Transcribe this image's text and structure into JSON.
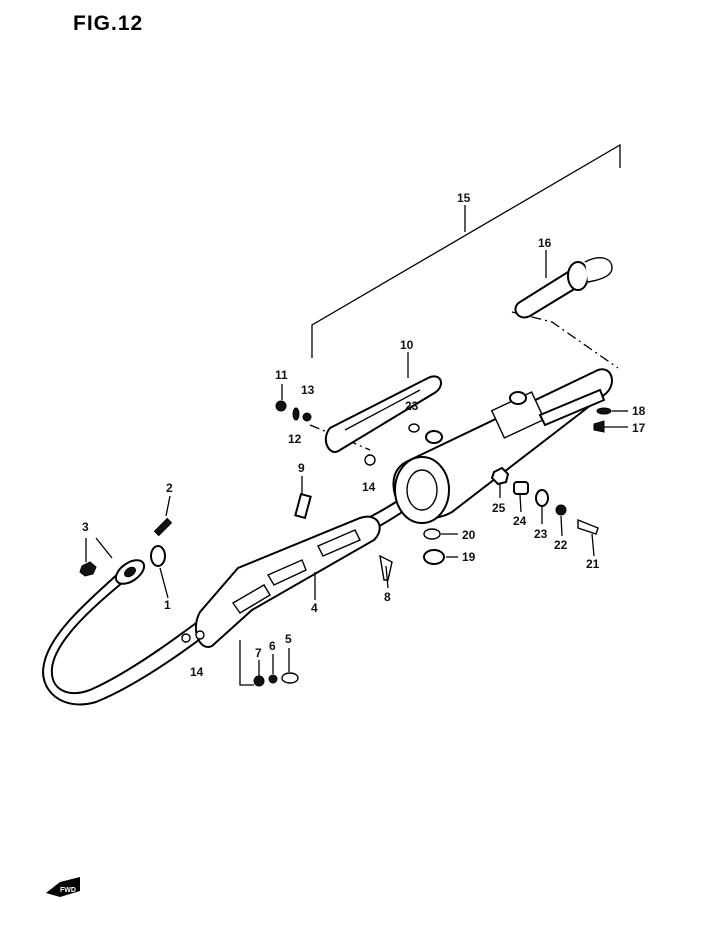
{
  "figure_title": "FIG.12",
  "fwd_badge_text": "FWD",
  "callouts": {
    "c1": "1",
    "c2": "2",
    "c3": "3",
    "c4": "4",
    "c5": "5",
    "c6": "6",
    "c7": "7",
    "c8": "8",
    "c9": "9",
    "c10": "10",
    "c11": "11",
    "c12": "12",
    "c13": "13",
    "c14a": "14",
    "c14b": "14",
    "c15": "15",
    "c16": "16",
    "c17": "17",
    "c18": "18",
    "c19": "19",
    "c20": "20",
    "c21": "21",
    "c22": "22",
    "c23a": "23",
    "c23b": "23",
    "c24": "24",
    "c25": "25"
  }
}
